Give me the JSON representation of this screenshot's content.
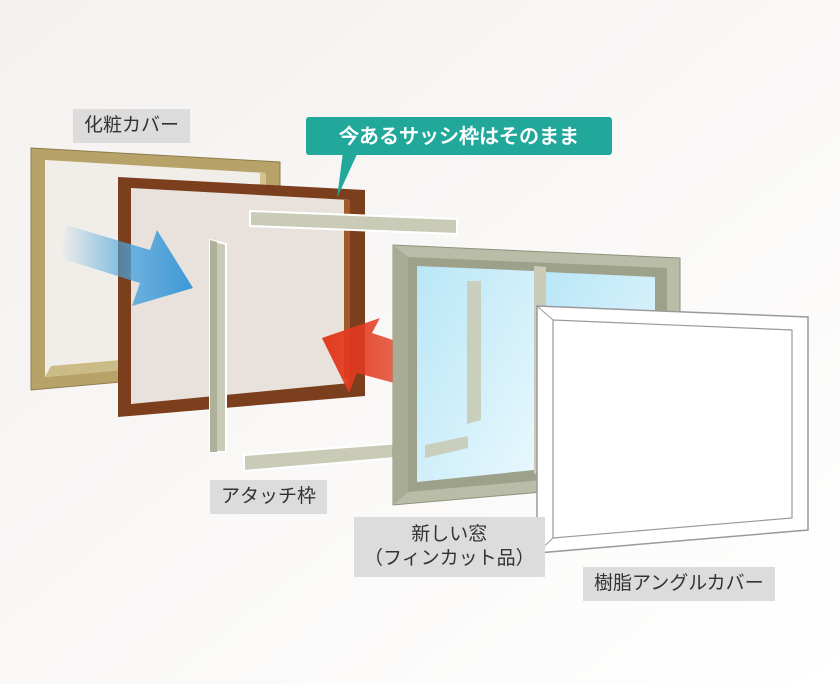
{
  "labels": {
    "decorative_cover": "化粧カバー",
    "existing_frame_callout": "今あるサッシ枠はそのまま",
    "attachment_frame": "アタッチ枠",
    "new_window_line1": "新しい窓",
    "new_window_line2": "（フィンカット品）",
    "resin_angle_cover": "樹脂アングルカバー"
  },
  "colors": {
    "callout_bg": "#22a89b",
    "label_bg": "#dcdcdc",
    "decorative_cover_frame": "#b7a36a",
    "existing_sash_frame": "#7b3f1d",
    "attachment_frame": "#c9cbb6",
    "new_window_frame": "#b9bca6",
    "glass": "#cdeefa",
    "arrow_blue": "#4aa3dd",
    "arrow_red": "#e23a1f"
  },
  "icons": {
    "blue_arrow": "arrow-right-down-icon",
    "red_arrow": "arrow-left-up-icon"
  }
}
